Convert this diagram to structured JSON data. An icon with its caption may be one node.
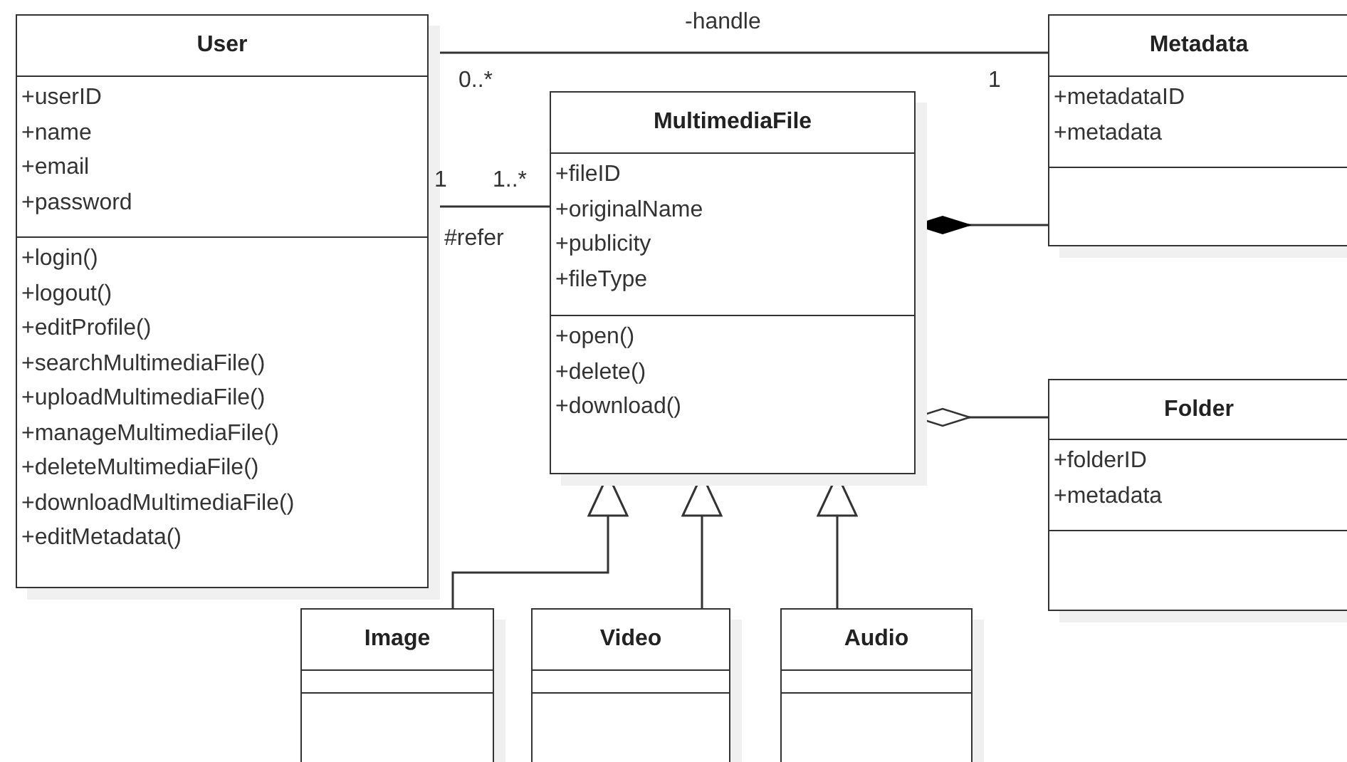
{
  "diagram": {
    "nodes": [
      {
        "text": [
          "User"
        ]
      },
      {
        "text": [
          "+userID",
          "+name",
          "+email",
          "+password"
        ],
        "in": 0
      },
      {
        "text": [
          "+login()",
          "+logout()",
          "+editProfile()",
          "+searchMultimediaFile()",
          "+uploadMultimediaFile()",
          "+manageMultimediaFile()",
          "+deleteMultimediaFile()",
          "+downloadMultimediaFile()",
          "+editMetadata()"
        ],
        "in": 0
      },
      {
        "text": [
          "Metadata"
        ]
      },
      {
        "text": [
          "+metadataID",
          "+metadata"
        ],
        "in": 3
      },
      {
        "text": [],
        "shape": "box",
        "in": 3
      },
      {
        "text": [
          "MultimediaFile"
        ]
      },
      {
        "text": [
          "+fileID",
          "+originalName",
          "+publicity",
          "+fileType"
        ],
        "in": 6
      },
      {
        "text": [
          "+open()",
          "+delete()",
          "+download()"
        ],
        "in": 6
      },
      {
        "text": [
          "Folder"
        ]
      },
      {
        "text": [
          "+folderID",
          "+metadata"
        ],
        "in": 9
      },
      {
        "text": [],
        "shape": "box",
        "in": 9
      },
      {
        "text": [
          "Image"
        ]
      },
      {
        "text": [],
        "shape": "box",
        "in": 12
      },
      {
        "text": [],
        "shape": "box",
        "in": 12
      },
      {
        "text": [
          "Video"
        ]
      },
      {
        "text": [],
        "shape": "box",
        "in": 15
      },
      {
        "text": [],
        "shape": "box",
        "in": 15
      },
      {
        "text": [
          "Audio"
        ]
      },
      {
        "text": [],
        "shape": "box",
        "in": 18
      },
      {
        "text": [],
        "shape": "box",
        "in": 18
      }
    ],
    "edges": [
      {
        "from": 0,
        "to": 3,
        "arrow": "none",
        "label": "-handle"
      },
      {
        "from": 0,
        "to": 6,
        "arrow": "none",
        "label": "#refer"
      },
      {
        "from": 3,
        "to": 6,
        "arrow": "other"
      },
      {
        "from": 9,
        "to": 6,
        "arrow": "other"
      },
      {
        "from": 12,
        "to": 6,
        "arrow": "to"
      },
      {
        "from": 15,
        "to": 6,
        "arrow": "to"
      },
      {
        "from": 18,
        "to": 6,
        "arrow": "to"
      }
    ],
    "labels": [
      "0..*",
      "1",
      "1",
      "1..*"
    ]
  }
}
